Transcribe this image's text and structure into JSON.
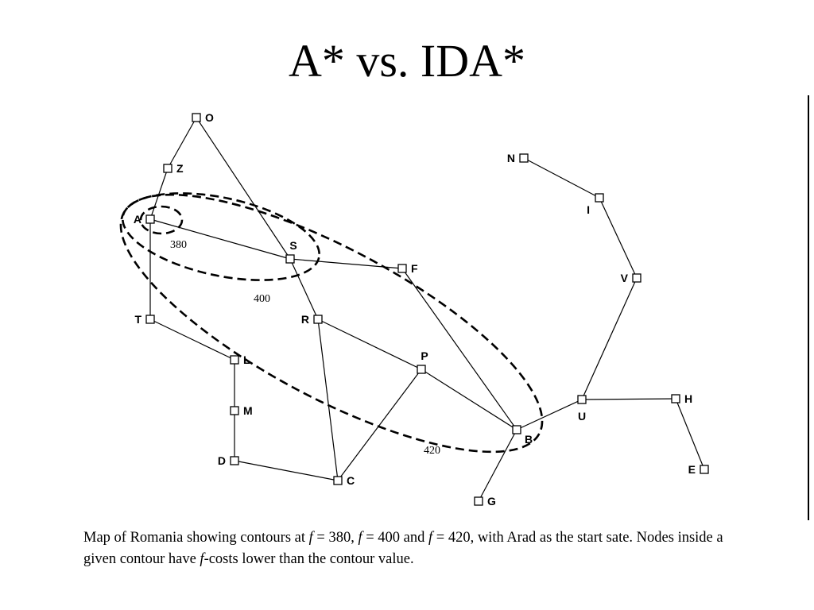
{
  "title": "A* vs. IDA*",
  "graph": {
    "nodes": [
      {
        "id": "O",
        "label": "O"
      },
      {
        "id": "Z",
        "label": "Z"
      },
      {
        "id": "A",
        "label": "A"
      },
      {
        "id": "S",
        "label": "S"
      },
      {
        "id": "T",
        "label": "T"
      },
      {
        "id": "F",
        "label": "F"
      },
      {
        "id": "R",
        "label": "R"
      },
      {
        "id": "L",
        "label": "L"
      },
      {
        "id": "P",
        "label": "P"
      },
      {
        "id": "M",
        "label": "M"
      },
      {
        "id": "D",
        "label": "D"
      },
      {
        "id": "C",
        "label": "C"
      },
      {
        "id": "B",
        "label": "B"
      },
      {
        "id": "G",
        "label": "G"
      },
      {
        "id": "U",
        "label": "U"
      },
      {
        "id": "H",
        "label": "H"
      },
      {
        "id": "E",
        "label": "E"
      },
      {
        "id": "V",
        "label": "V"
      },
      {
        "id": "I",
        "label": "I"
      },
      {
        "id": "N",
        "label": "N"
      }
    ],
    "edges": [
      [
        "O",
        "Z"
      ],
      [
        "O",
        "S"
      ],
      [
        "Z",
        "A"
      ],
      [
        "A",
        "S"
      ],
      [
        "A",
        "T"
      ],
      [
        "T",
        "L"
      ],
      [
        "L",
        "M"
      ],
      [
        "M",
        "D"
      ],
      [
        "D",
        "C"
      ],
      [
        "S",
        "F"
      ],
      [
        "S",
        "R"
      ],
      [
        "R",
        "P"
      ],
      [
        "R",
        "C"
      ],
      [
        "P",
        "C"
      ],
      [
        "P",
        "B"
      ],
      [
        "F",
        "B"
      ],
      [
        "B",
        "G"
      ],
      [
        "B",
        "U"
      ],
      [
        "U",
        "H"
      ],
      [
        "H",
        "E"
      ],
      [
        "U",
        "V"
      ],
      [
        "V",
        "I"
      ],
      [
        "I",
        "N"
      ]
    ],
    "contours": [
      {
        "label": "380"
      },
      {
        "label": "400"
      },
      {
        "label": "420"
      }
    ]
  },
  "caption": {
    "part1": "Map of Romania showing contours at ",
    "f1": "f",
    "part2": " = 380, ",
    "f2": "f",
    "part3": " = 400 and ",
    "f3": "f",
    "part4": " = 420, with Arad as the start sate. Nodes inside a given contour have ",
    "f4": "f",
    "part5": "-costs lower than the contour value."
  }
}
